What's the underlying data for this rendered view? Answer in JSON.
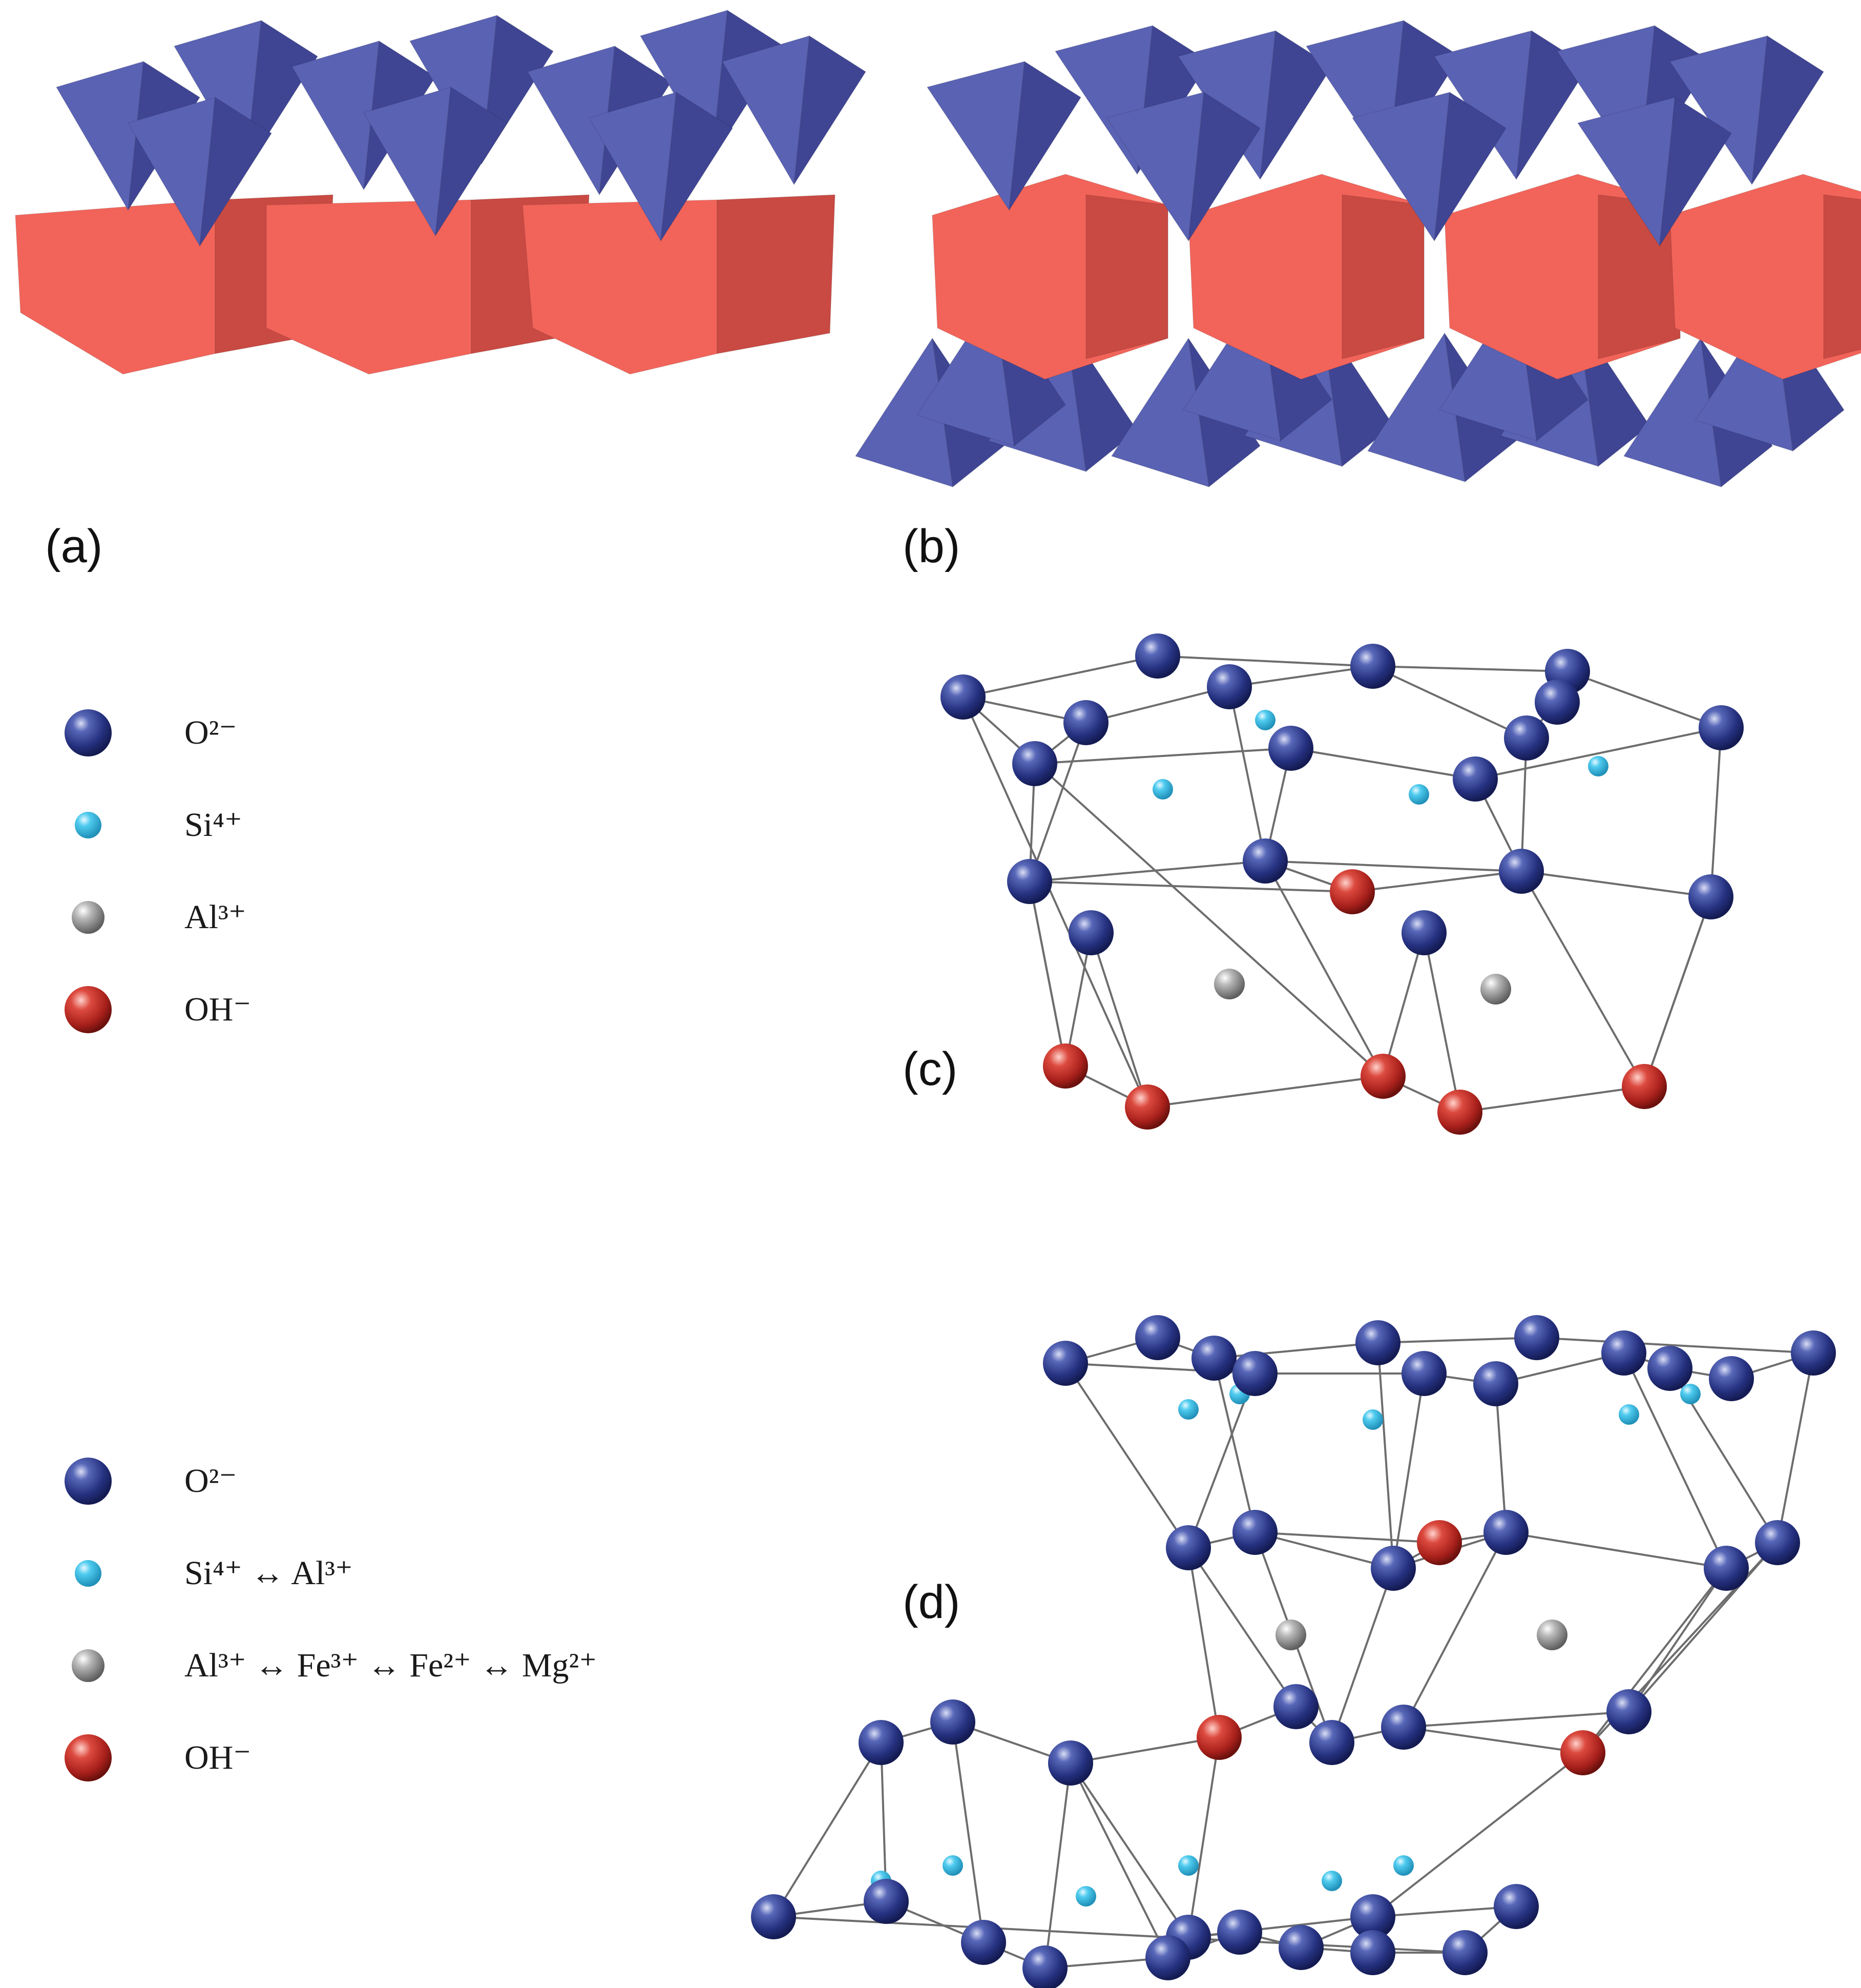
{
  "panels": {
    "a": {
      "label": "(a)"
    },
    "b": {
      "label": "(b)"
    },
    "c": {
      "label": "(c)"
    },
    "d": {
      "label": "(d)"
    }
  },
  "legend_top": [
    {
      "text": "O²⁻",
      "swatch": "oxygen"
    },
    {
      "text": "Si⁴⁺",
      "swatch": "silicon"
    },
    {
      "text": "Al³⁺",
      "swatch": "aluminium"
    },
    {
      "text": "OH⁻",
      "swatch": "hydroxyl"
    }
  ],
  "legend_bottom": [
    {
      "text": "O²⁻",
      "swatch": "oxygen"
    },
    {
      "text": "Si⁴⁺ ↔ Al³⁺",
      "swatch": "silicon"
    },
    {
      "text": "Al³⁺ ↔ Fe³⁺ ↔ Fe²⁺ ↔ Mg²⁺",
      "swatch": "aluminium"
    },
    {
      "text": "OH⁻",
      "swatch": "hydroxyl"
    }
  ],
  "colors": {
    "tetrahedron": "#5a62b4",
    "tetrahedron_dark": "#3f4593",
    "octahedron": "#f2645a",
    "octahedron_dark": "#c94a43",
    "oxygen": "#2c3a8f",
    "silicon": "#3fc3ea",
    "aluminium": "#9a9a9a",
    "hydroxyl": "#c9302a",
    "bond": "#6d6d6d"
  }
}
